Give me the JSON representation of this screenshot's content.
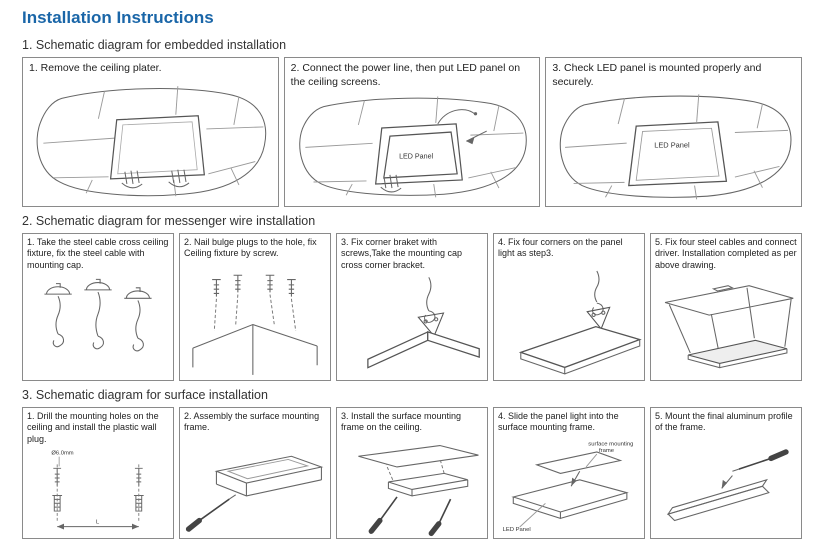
{
  "page": {
    "title": "Installation Instructions"
  },
  "colors": {
    "title_blue": "#1a66a8",
    "line_gray": "#666666"
  },
  "sections": [
    {
      "heading": "1. Schematic diagram for embedded installation",
      "steps": [
        {
          "text": "1. Remove the ceiling plater."
        },
        {
          "text": "2. Connect the power line, then put LED panel on the ceiling screens."
        },
        {
          "text": "3. Check LED panel is mounted properly and securely."
        }
      ]
    },
    {
      "heading": "2. Schematic diagram for messenger wire installation",
      "steps": [
        {
          "text": "1. Take the steel cable cross ceiling fixture, fix the steel cable with mounting cap."
        },
        {
          "text": "2. Nail bulge plugs to the hole, fix Ceiling fixture by screw."
        },
        {
          "text": "3. Fix corner braket with screws,Take the mounting cap cross corner bracket."
        },
        {
          "text": "4. Fix four corners on the panel light as step3."
        },
        {
          "text": "5. Fix four steel cables and connect driver. Installation completed as per above drawing."
        }
      ]
    },
    {
      "heading": "3. Schematic diagram for surface installation",
      "steps": [
        {
          "text": "1. Drill the mounting holes on the ceiling and install the plastic wall plug."
        },
        {
          "text": "2. Assembly the surface mounting frame."
        },
        {
          "text": "3. Install the surface mounting frame on the ceiling."
        },
        {
          "text": "4. Slide the panel light into the surface mounting frame."
        },
        {
          "text": "5. Mount the final aluminum profile of the frame."
        }
      ]
    }
  ],
  "labels": {
    "led_panel": "LED Panel",
    "diameter": "Ø6.0mm",
    "length": "L",
    "surface_frame_line1": "surface mounting",
    "surface_frame_line2": "frame"
  }
}
